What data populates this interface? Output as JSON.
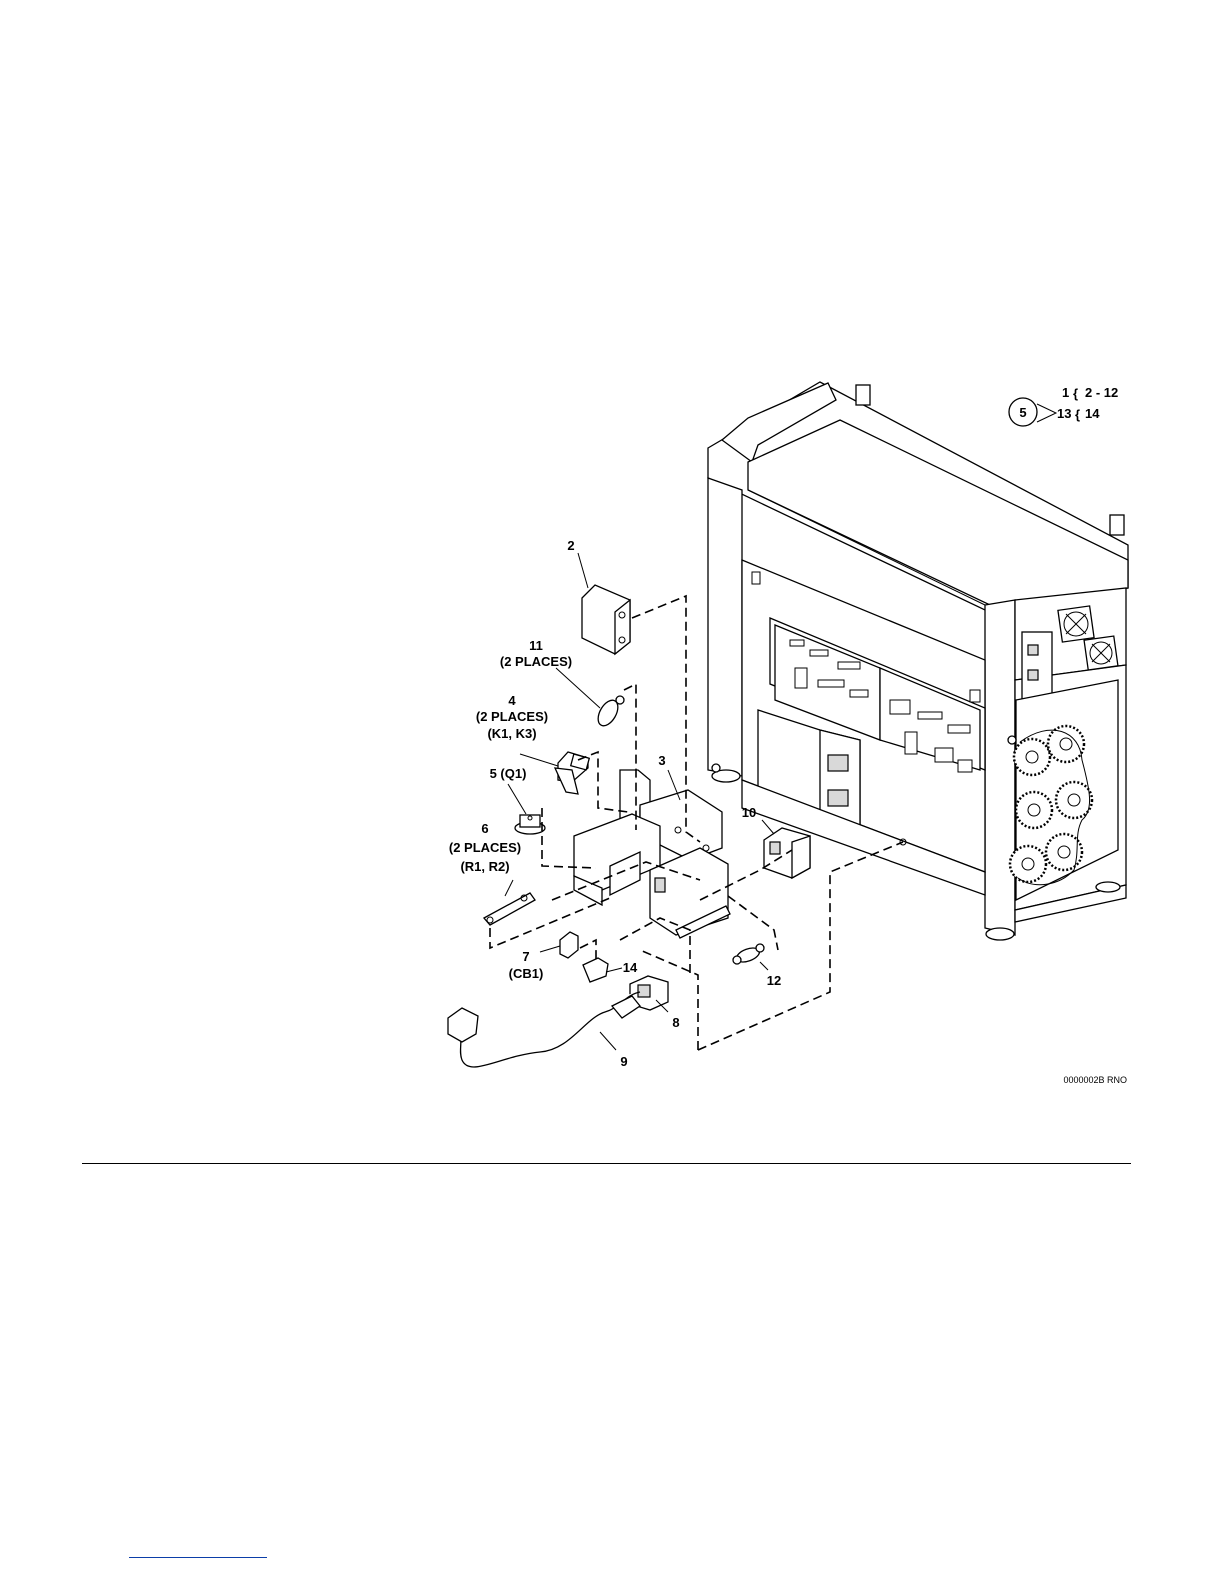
{
  "figure": {
    "callouts": {
      "c2": "2",
      "c11a": "11",
      "c11b": "(2 PLACES)",
      "c4a": "4",
      "c4b": "(2 PLACES)",
      "c4c": "(K1, K3)",
      "c5": "5 (Q1)",
      "c6a": "6",
      "c6b": "(2 PLACES)",
      "c6c": "(R1, R2)",
      "c3": "3",
      "c10": "10",
      "c7a": "7",
      "c7b": "(CB1)",
      "c14": "14",
      "c12": "12",
      "c8": "8",
      "c9": "9"
    },
    "legend": {
      "circle_ref": "5",
      "row1_item": "1",
      "row1_range": "2 - 12",
      "row2_item": "13",
      "row2_range": "14"
    },
    "figure_code": "0000002B RNO"
  },
  "colors": {
    "ink": "#000000",
    "shade": "#d9d9d9",
    "footer_line": "#0b3ea8"
  }
}
